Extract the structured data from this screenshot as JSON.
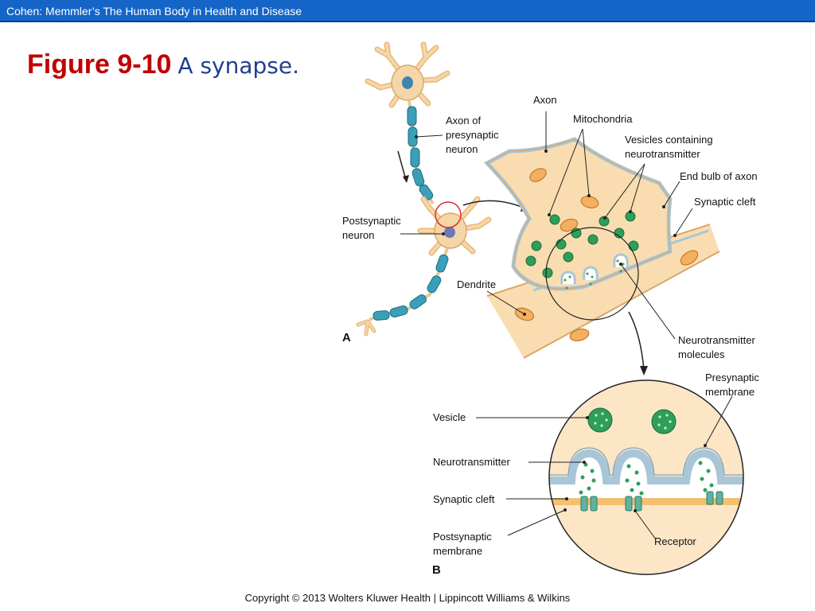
{
  "header": {
    "title": "Cohen: Memmler’s The Human Body in Health and Disease"
  },
  "figure": {
    "number": "Figure 9-10",
    "caption": "A synapse."
  },
  "panel_a": {
    "letter": "A",
    "labels": {
      "axon_line1": "Axon of",
      "axon_line2": "presynaptic",
      "axon_line3": "neuron",
      "post_line1": "Postsynaptic",
      "post_line2": "neuron",
      "axon": "Axon",
      "mitochondria": "Mitochondria",
      "vesicles_line1": "Vesicles containing",
      "vesicles_line2": "neurotransmitter",
      "end_bulb": "End bulb of axon",
      "synaptic_cleft": "Synaptic cleft",
      "dendrite": "Dendrite",
      "nt_line1": "Neurotransmitter",
      "nt_line2": "molecules"
    }
  },
  "panel_b": {
    "letter": "B",
    "labels": {
      "presyn_line1": "Presynaptic",
      "presyn_line2": "membrane",
      "vesicle": "Vesicle",
      "neurotransmitter": "Neurotransmitter",
      "synaptic_cleft": "Synaptic cleft",
      "postsyn_line1": "Postsynaptic",
      "postsyn_line2": "membrane",
      "receptor": "Receptor"
    }
  },
  "footer": {
    "copyright": "Copyright © 2013 Wolters Kluwer Health | Lippincott Williams & Wilkins"
  },
  "colors": {
    "header_bar": "#1565c8",
    "figure_number": "#c00000",
    "caption": "#1f3f8f",
    "neuron_tan": "#f5d6a8",
    "myelin_teal": "#3aa0b8",
    "vesicle_green": "#2e9e5a",
    "membrane_blue": "#a9c6d8"
  }
}
